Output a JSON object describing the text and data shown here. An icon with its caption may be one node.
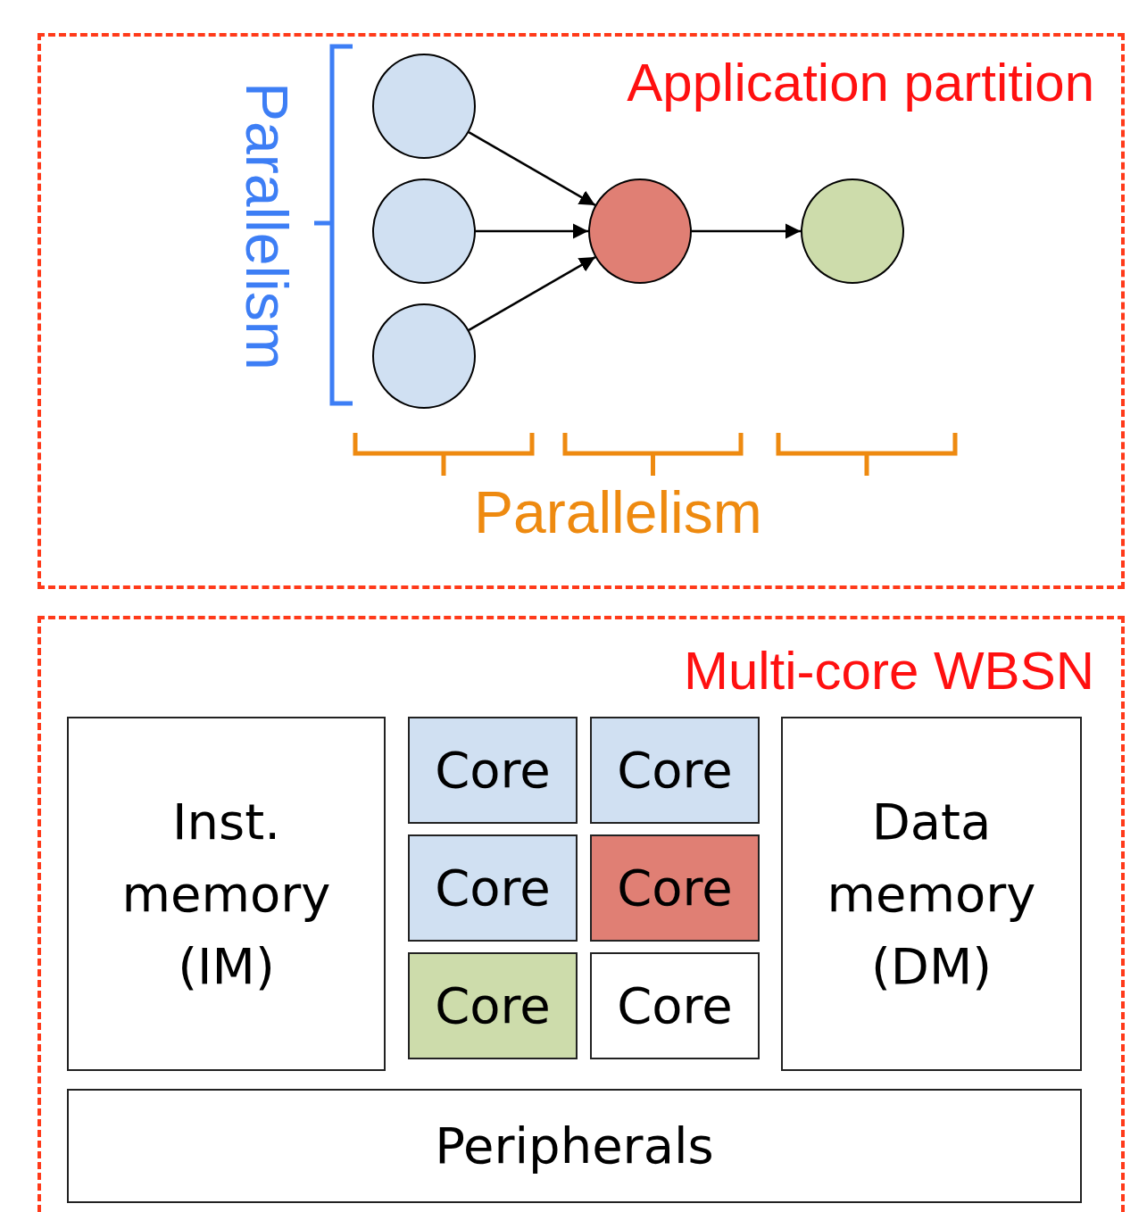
{
  "diagram": {
    "nodes": [
      {
        "text": [
          "Application partition"
        ]
      },
      {
        "text": [],
        "shape": "circle",
        "in": 0
      },
      {
        "text": [],
        "shape": "circle",
        "in": 0
      },
      {
        "text": [],
        "shape": "circle",
        "in": 0
      },
      {
        "text": [],
        "shape": "circle",
        "in": 0
      },
      {
        "text": [],
        "shape": "circle",
        "in": 0
      },
      {
        "text": [
          "Multi-core WBSN"
        ]
      },
      {
        "text": [
          "Inst. memory (IM)"
        ],
        "in": 6
      },
      {
        "text": [
          "Core"
        ],
        "in": 6
      },
      {
        "text": [
          "Core"
        ],
        "in": 6
      },
      {
        "text": [
          "Core"
        ],
        "in": 6
      },
      {
        "text": [
          "Core"
        ],
        "in": 6
      },
      {
        "text": [
          "Core"
        ],
        "in": 6
      },
      {
        "text": [
          "Core"
        ],
        "in": 6
      },
      {
        "text": [
          "Data memory (DM)"
        ],
        "in": 6
      },
      {
        "text": [
          "Peripherals"
        ],
        "in": 6
      }
    ],
    "edges": [
      {
        "from": 1,
        "to": 4,
        "arrow": "to"
      },
      {
        "from": 2,
        "to": 4,
        "arrow": "to"
      },
      {
        "from": 3,
        "to": 4,
        "arrow": "to"
      },
      {
        "from": 4,
        "to": 5,
        "arrow": "to"
      }
    ],
    "labels": [
      "Parallelism",
      "Parallelism"
    ]
  }
}
